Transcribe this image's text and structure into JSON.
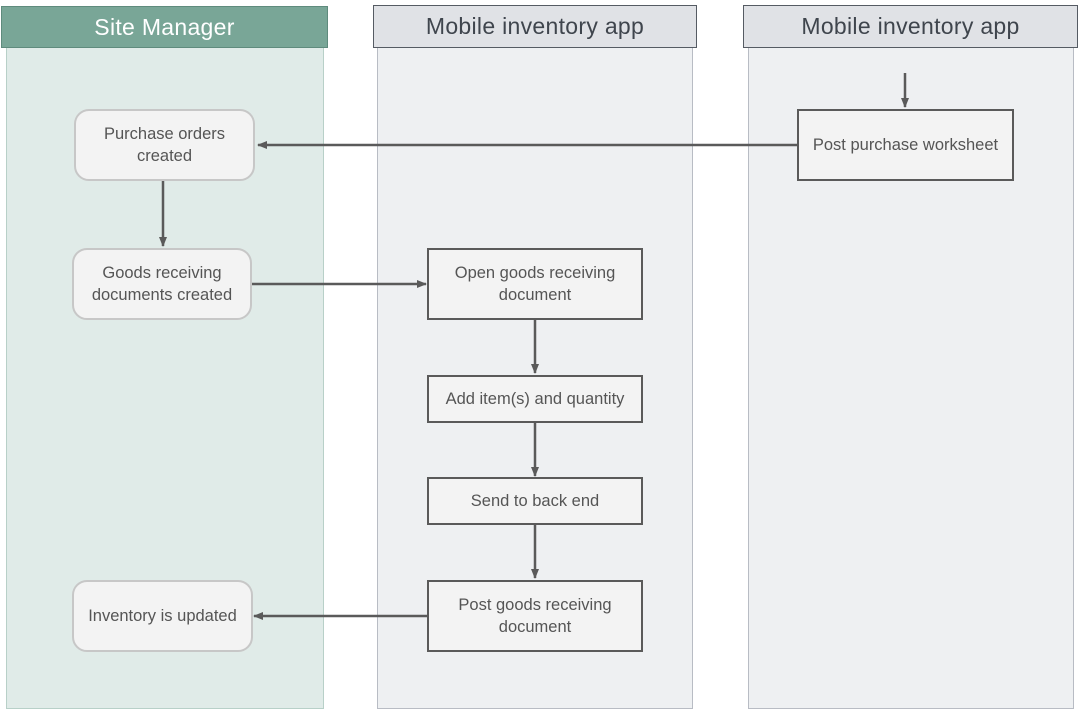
{
  "lanes": [
    {
      "id": "site",
      "title": "Site Manager",
      "color": "#79a697"
    },
    {
      "id": "mobile-1",
      "title": "Mobile inventory app",
      "color": "#e0e2e6"
    },
    {
      "id": "mobile-2",
      "title": "Mobile inventory app",
      "color": "#e0e2e6"
    }
  ],
  "nodes": {
    "post_purchase_worksheet": "Post purchase worksheet",
    "purchase_orders_created": "Purchase orders created",
    "goods_receiving_documents_created": "Goods receiving documents created",
    "open_goods_receiving_document": "Open goods receiving document",
    "add_items_and_quantity": "Add item(s) and quantity",
    "send_to_back_end": "Send to back end",
    "post_goods_receiving_document": "Post goods receiving document",
    "inventory_is_updated": "Inventory is updated"
  },
  "connections": [
    {
      "from": "start",
      "to": "post_purchase_worksheet"
    },
    {
      "from": "post_purchase_worksheet",
      "to": "purchase_orders_created"
    },
    {
      "from": "purchase_orders_created",
      "to": "goods_receiving_documents_created"
    },
    {
      "from": "goods_receiving_documents_created",
      "to": "open_goods_receiving_document"
    },
    {
      "from": "open_goods_receiving_document",
      "to": "add_items_and_quantity"
    },
    {
      "from": "add_items_and_quantity",
      "to": "send_to_back_end"
    },
    {
      "from": "send_to_back_end",
      "to": "post_goods_receiving_document"
    },
    {
      "from": "post_goods_receiving_document",
      "to": "inventory_is_updated"
    }
  ],
  "colors": {
    "site_lane": "#e0ebe8",
    "mobile_lane": "#eef0f2",
    "arrow": "#5a5a5a"
  }
}
